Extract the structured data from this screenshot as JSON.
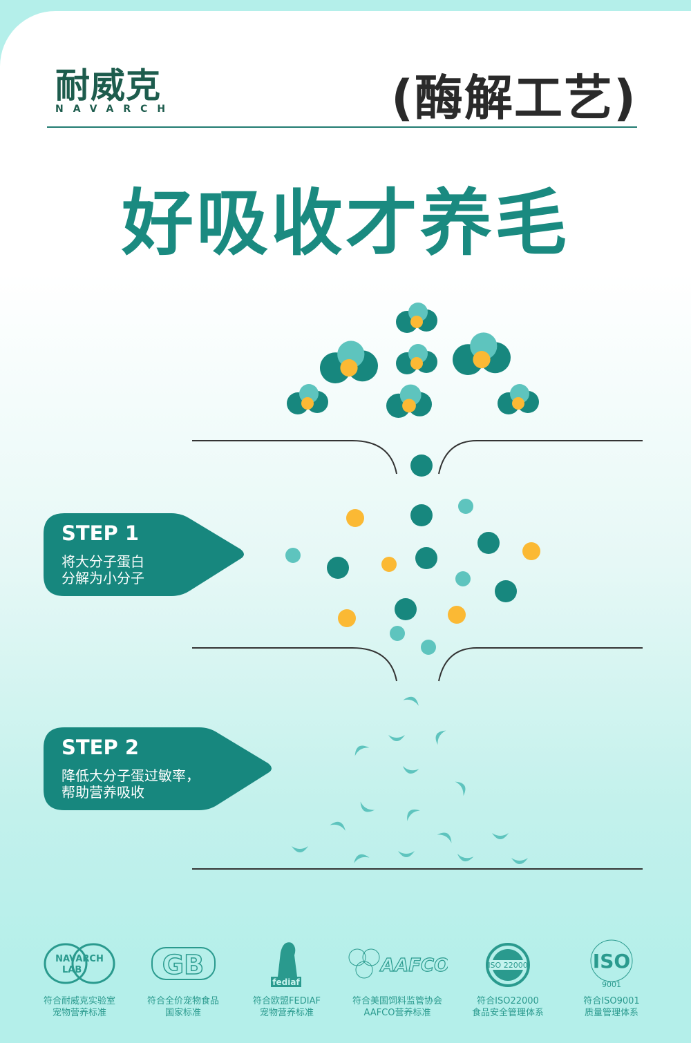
{
  "brand": {
    "name_cn": "耐威克",
    "name_en": "NAVARCH"
  },
  "process_label": "(酶解工艺)",
  "headline": "好吸收才养毛",
  "steps": [
    {
      "title": "STEP 1",
      "desc_line1": "将大分子蛋白",
      "desc_line2": "分解为小分子"
    },
    {
      "title": "STEP 2",
      "desc_line1": "降低大分子蛋过敏率，",
      "desc_line2": "帮助营养吸收"
    }
  ],
  "certifications": [
    {
      "logo_text": "NAVARCH LAB",
      "line1": "符合耐威克实验室",
      "line2": "宠物营养标准"
    },
    {
      "logo_text": "GB",
      "line1": "符合全价宠物食品",
      "line2": "国家标准"
    },
    {
      "logo_text": "fediaf",
      "line1": "符合欧盟FEDIAF",
      "line2": "宠物营养标准"
    },
    {
      "logo_text": "AAFCO",
      "line1": "符合美国饲料监管协会",
      "line2": "AAFCO营养标准"
    },
    {
      "logo_text": "ISO 22000",
      "line1": "符合ISO22000",
      "line2": "食品安全管理体系"
    },
    {
      "logo_text": "ISO",
      "logo_sub": "9001",
      "line1": "符合ISO9001",
      "line2": "质量管理体系"
    }
  ],
  "colors": {
    "dark_teal": "#17877e",
    "light_teal": "#5ec4be",
    "yellow": "#fbb934"
  }
}
